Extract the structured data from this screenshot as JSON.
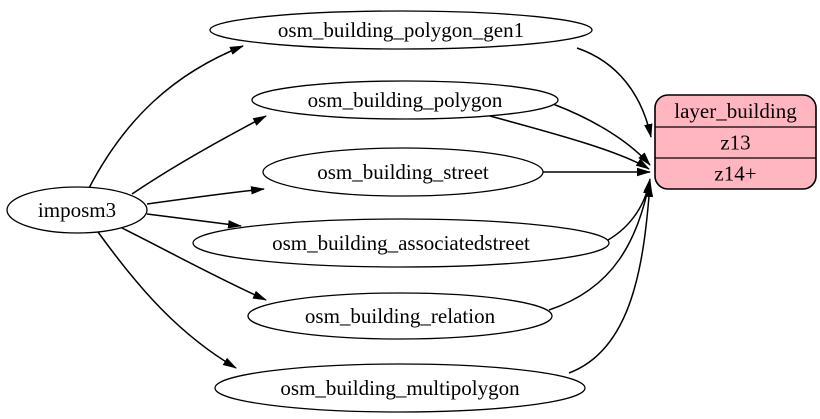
{
  "diagram": {
    "kind": "etl-graph",
    "background_color": "#ffffff",
    "text_color": "#000000",
    "edge_color": "#000000",
    "nodes": [
      {
        "id": "imposm3",
        "label": "imposm3",
        "shape": "ellipse",
        "fill": "#ffffff"
      },
      {
        "id": "osm_building_polygon_gen1",
        "label": "osm_building_polygon_gen1",
        "shape": "ellipse",
        "fill": "#ffffff"
      },
      {
        "id": "osm_building_polygon",
        "label": "osm_building_polygon",
        "shape": "ellipse",
        "fill": "#ffffff"
      },
      {
        "id": "osm_building_street",
        "label": "osm_building_street",
        "shape": "ellipse",
        "fill": "#ffffff"
      },
      {
        "id": "osm_building_associatedstreet",
        "label": "osm_building_associatedstreet",
        "shape": "ellipse",
        "fill": "#ffffff"
      },
      {
        "id": "osm_building_relation",
        "label": "osm_building_relation",
        "shape": "ellipse",
        "fill": "#ffffff"
      },
      {
        "id": "osm_building_multipolygon",
        "label": "osm_building_multipolygon",
        "shape": "ellipse",
        "fill": "#ffffff"
      }
    ],
    "record_node": {
      "id": "layer_building",
      "title": "layer_building",
      "rows": [
        "z13",
        "z14+"
      ],
      "fill_color": "#ffb6c1",
      "border_color": "#000000"
    },
    "edges": [
      {
        "from": "imposm3",
        "to": "osm_building_polygon_gen1"
      },
      {
        "from": "imposm3",
        "to": "osm_building_polygon"
      },
      {
        "from": "imposm3",
        "to": "osm_building_street"
      },
      {
        "from": "imposm3",
        "to": "osm_building_associatedstreet"
      },
      {
        "from": "imposm3",
        "to": "osm_building_relation"
      },
      {
        "from": "imposm3",
        "to": "osm_building_multipolygon"
      },
      {
        "from": "osm_building_polygon_gen1",
        "to": "layer_building",
        "row": "z13"
      },
      {
        "from": "osm_building_polygon",
        "to": "layer_building",
        "row": "z14+"
      },
      {
        "from": "osm_building_street",
        "to": "layer_building",
        "row": "z14+"
      },
      {
        "from": "osm_building_associatedstreet",
        "to": "layer_building",
        "row": "z14+"
      },
      {
        "from": "osm_building_relation",
        "to": "layer_building",
        "row": "z14+"
      },
      {
        "from": "osm_building_multipolygon",
        "to": "layer_building",
        "row": "z14+"
      }
    ]
  }
}
